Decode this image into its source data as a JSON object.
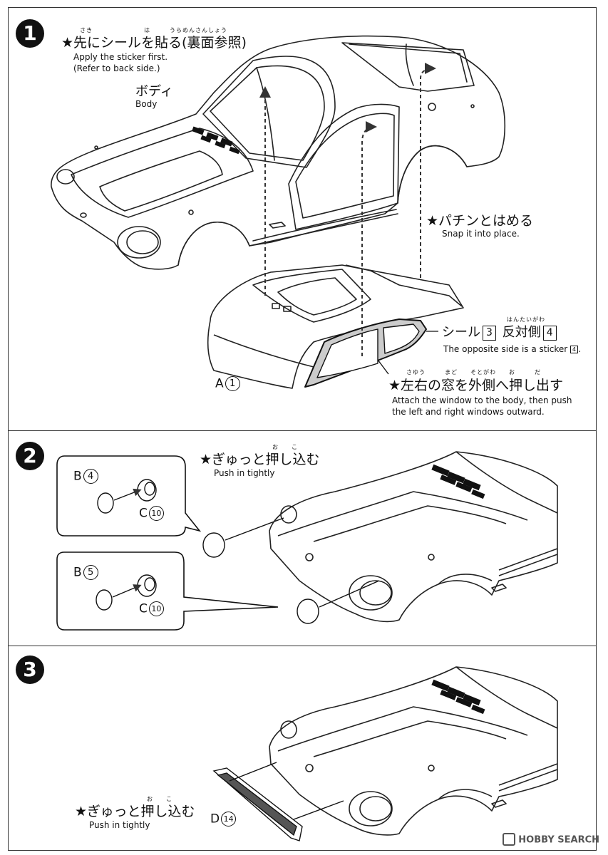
{
  "step1": {
    "number": "1",
    "title_ruby": "さき　　　　　　　　は　　　うらめんさんしょう",
    "title": "★先にシールを貼る(裏面参照)",
    "title_en_1": "Apply the sticker first.",
    "title_en_2": "(Refer to back side.)",
    "body_jp": "ボディ",
    "body_en": "Body",
    "snap_jp": "★パチンとはめる",
    "snap_en": "Snap it into place.",
    "sticker_jp": "シール",
    "sticker_num": "3",
    "opposite_ruby": "はんたいがわ",
    "opposite_jp": "反対側",
    "opposite_num": "4",
    "sticker_en": "The opposite side is a sticker",
    "sticker_en_num": "4",
    "part_a": "A",
    "part_a_num": "1",
    "window_ruby": "さゆう　　　まど　　そとがわ　　お　　　だ",
    "window_jp": "★左右の窓を外側へ押し出す",
    "window_en_1": "Attach the window to the body, then push",
    "window_en_2": "the left and right windows outward."
  },
  "step2": {
    "number": "2",
    "push_ruby": "お　　こ",
    "push_jp": "★ぎゅっと押し込む",
    "push_en": "Push in tightly",
    "box1_b": "B",
    "box1_b_num": "4",
    "box1_c": "C",
    "box1_c_num": "10",
    "box2_b": "B",
    "box2_b_num": "5",
    "box2_c": "C",
    "box2_c_num": "10"
  },
  "step3": {
    "number": "3",
    "push_ruby": "お　　こ",
    "push_jp": "★ぎゅっと押し込む",
    "push_en": "Push in tightly",
    "part_d": "D",
    "part_d_num": "14"
  },
  "watermark": "HOBBY SEARCH"
}
